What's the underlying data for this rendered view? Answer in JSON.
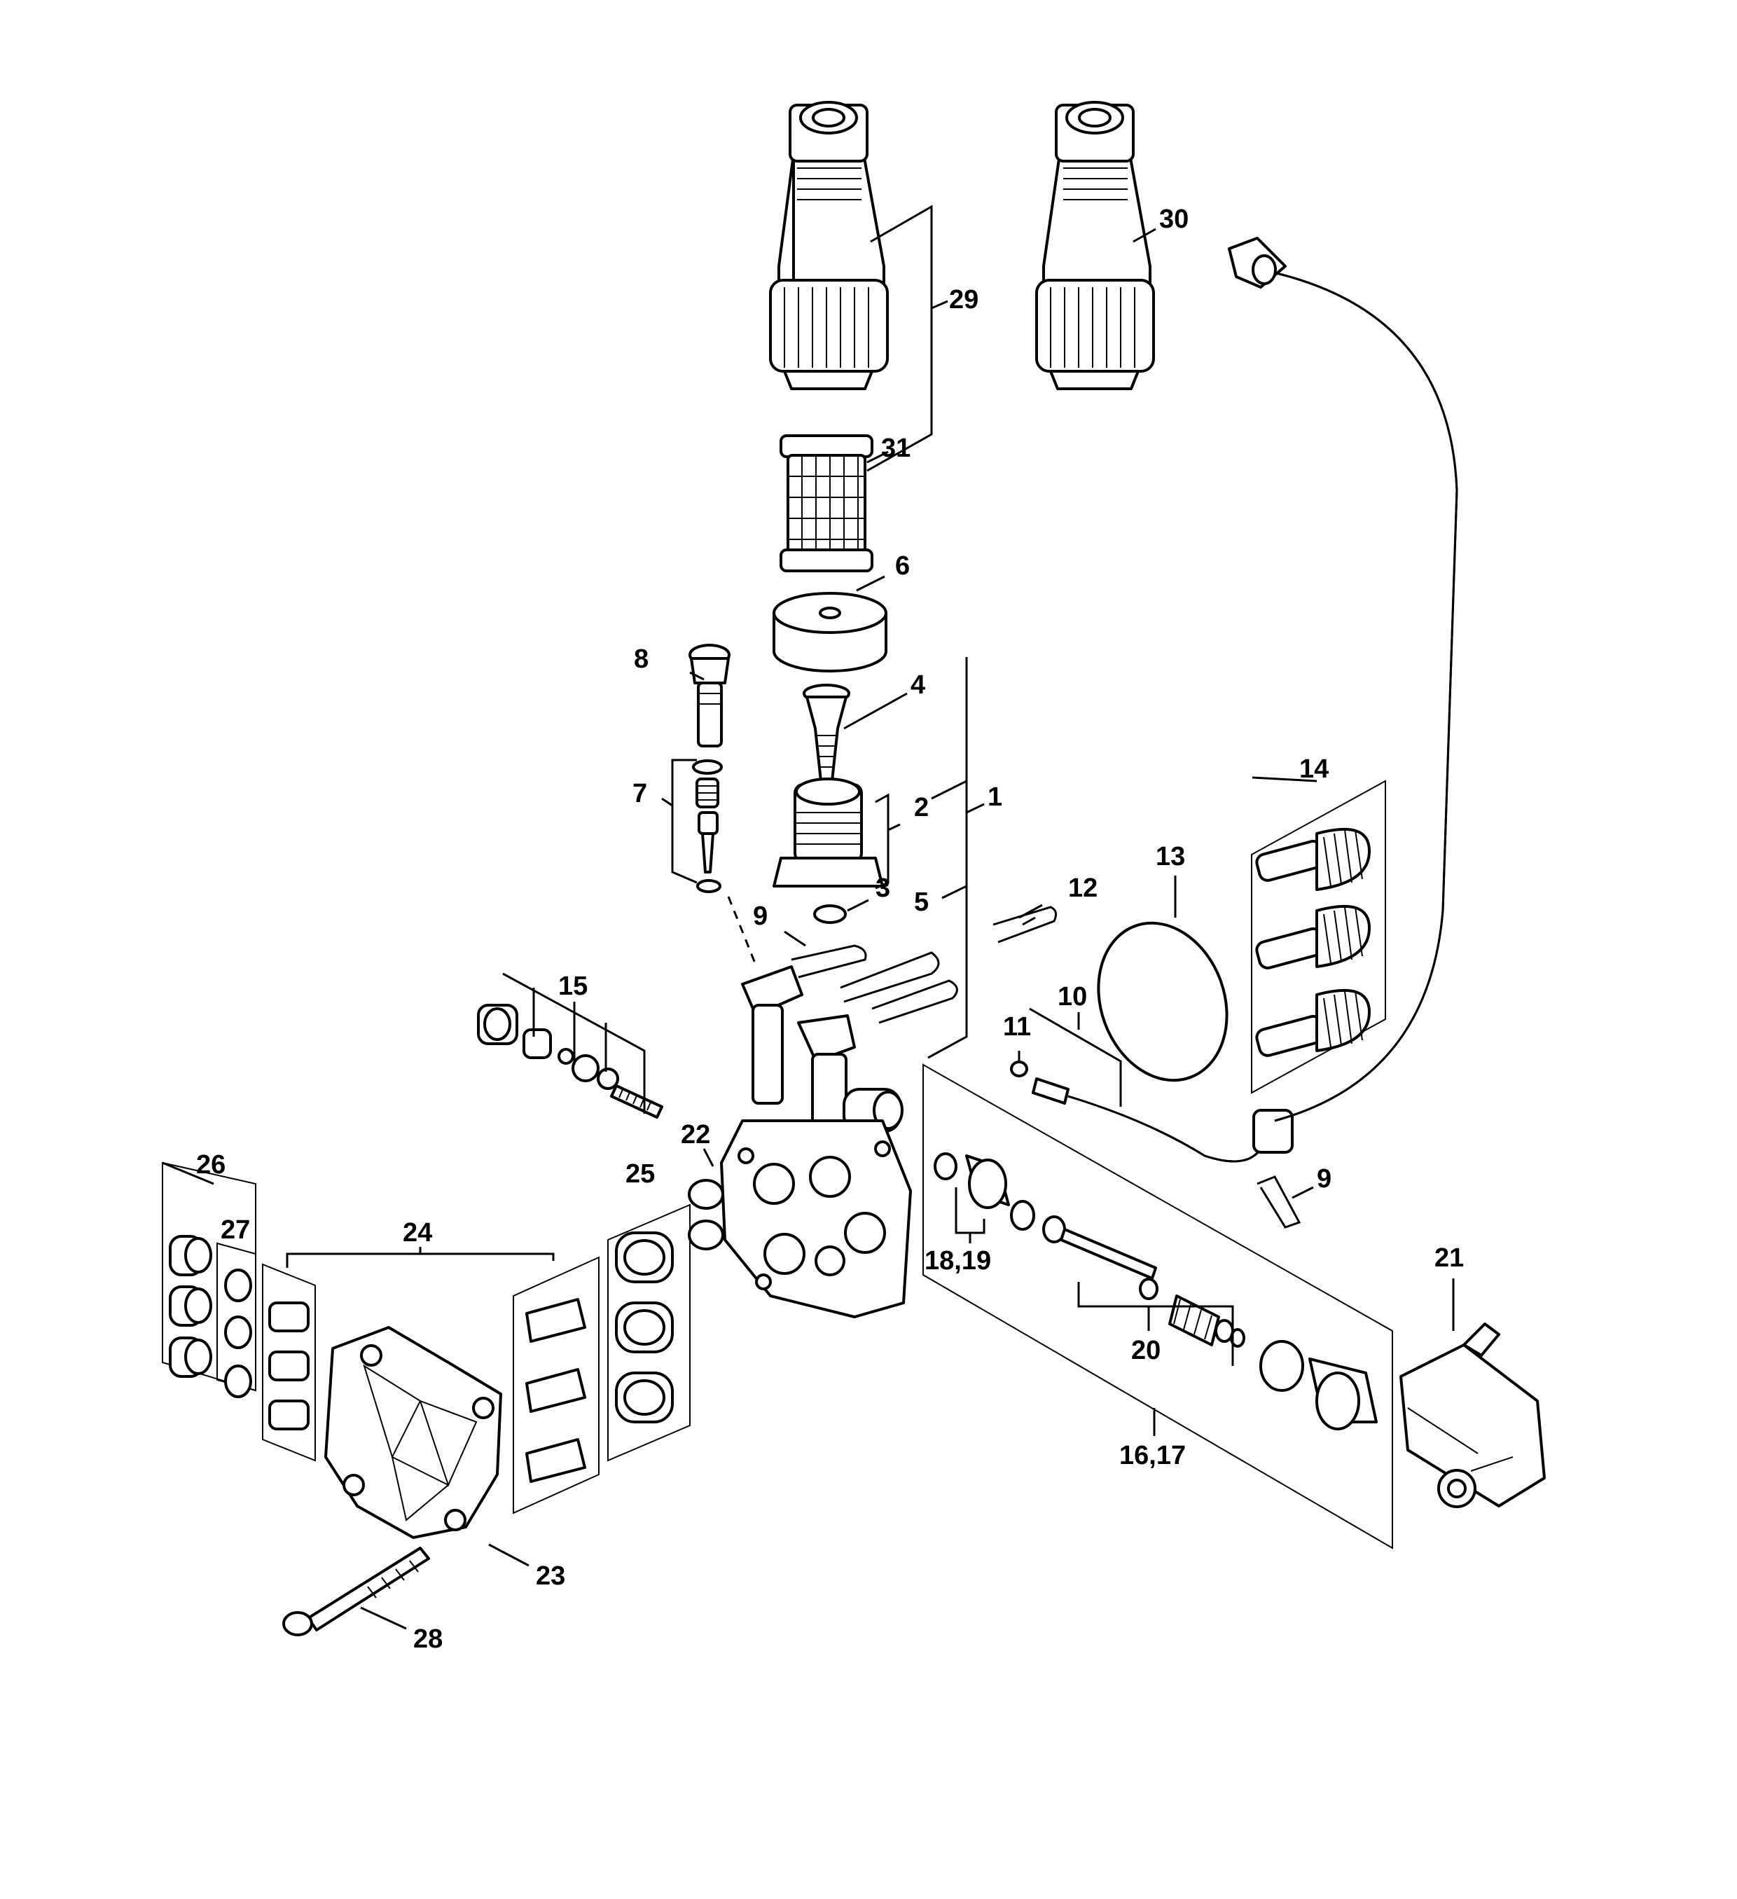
{
  "callouts": {
    "c1": "1",
    "c2": "2",
    "c3": "3",
    "c4": "4",
    "c5": "5",
    "c6": "6",
    "c7": "7",
    "c8": "8",
    "c9a": "9",
    "c9b": "9",
    "c10": "10",
    "c11": "11",
    "c12": "12",
    "c13": "13",
    "c14": "14",
    "c15": "15",
    "c16_17": "16,17",
    "c18_19": "18,19",
    "c20": "20",
    "c21": "21",
    "c22": "22",
    "c23": "23",
    "c24": "24",
    "c25": "25",
    "c26": "26",
    "c27": "27",
    "c28": "28",
    "c29": "29",
    "c30": "30",
    "c31": "31"
  }
}
